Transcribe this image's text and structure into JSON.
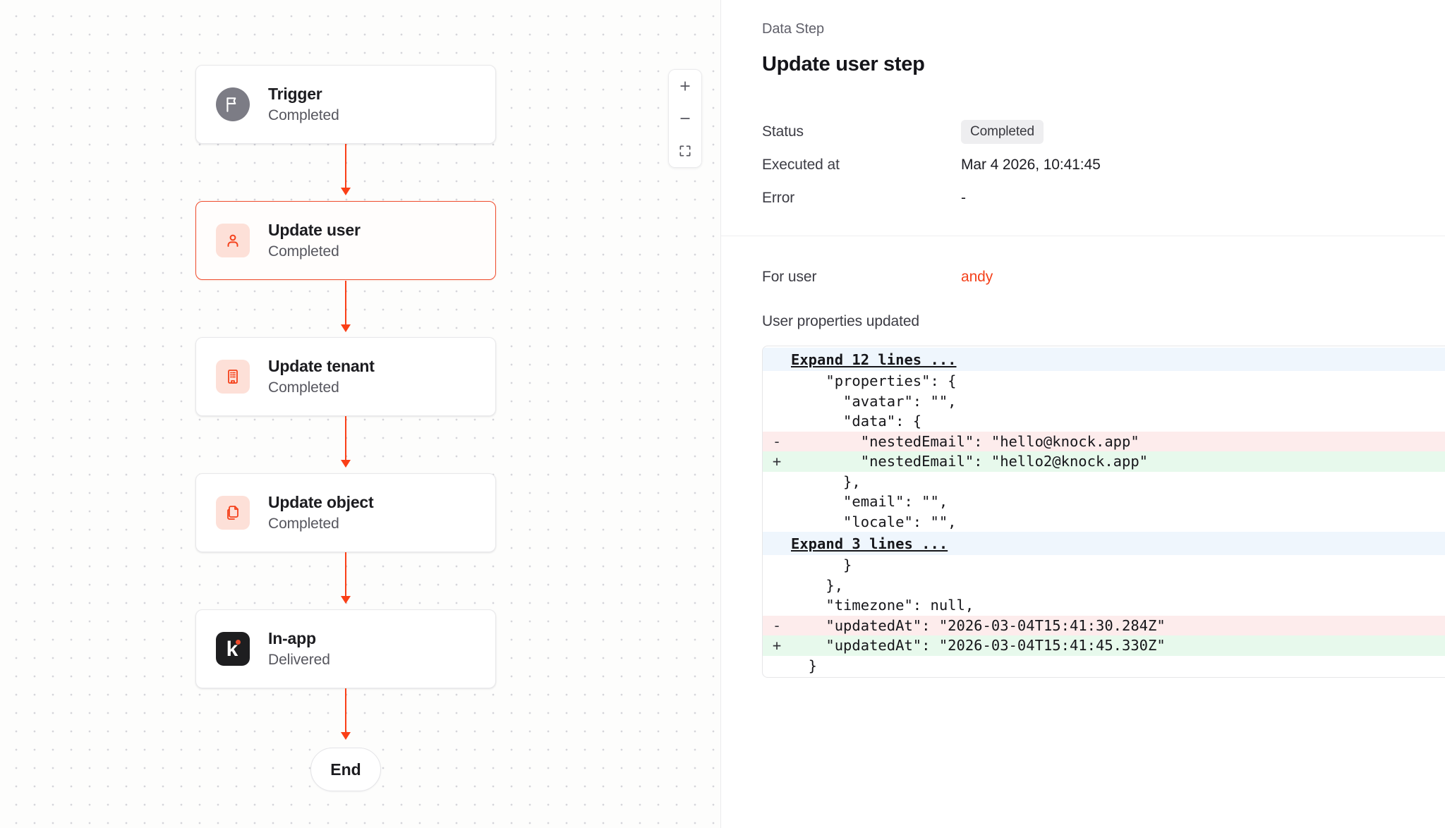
{
  "canvas": {
    "zoom_controls": {
      "zoom_in_label": "+",
      "zoom_out_label": "−",
      "fit_view_label": "fit-view"
    },
    "nodes": [
      {
        "title": "Trigger",
        "status": "Completed",
        "icon": "flag-icon",
        "icon_style": "gray"
      },
      {
        "title": "Update user",
        "status": "Completed",
        "icon": "user-icon",
        "icon_style": "peach"
      },
      {
        "title": "Update tenant",
        "status": "Completed",
        "icon": "building-icon",
        "icon_style": "peach"
      },
      {
        "title": "Update object",
        "status": "Completed",
        "icon": "copy-document-icon",
        "icon_style": "peach"
      },
      {
        "title": "In-app",
        "status": "Delivered",
        "icon": "knock-logo-icon",
        "icon_style": "black"
      }
    ],
    "end_node_label": "End"
  },
  "panel": {
    "eyebrow": "Data Step",
    "title": "Update user step",
    "meta": [
      {
        "label": "Status",
        "value": "Completed",
        "type": "badge"
      },
      {
        "label": "Executed at",
        "value": "Mar 4 2026, 10:41:45",
        "type": "text"
      },
      {
        "label": "Error",
        "value": "-",
        "type": "text"
      }
    ],
    "for_user_label": "For user",
    "for_user_value": "andy",
    "properties_label": "User properties updated",
    "diff": [
      {
        "marker": "",
        "text": "Expand 12 lines ...",
        "type": "expand"
      },
      {
        "marker": "",
        "text": "    \"properties\": {",
        "type": "ctx"
      },
      {
        "marker": "",
        "text": "      \"avatar\": \"\",",
        "type": "ctx"
      },
      {
        "marker": "",
        "text": "      \"data\": {",
        "type": "ctx"
      },
      {
        "marker": "-",
        "text": "        \"nestedEmail\": \"hello@knock.app\"",
        "type": "del"
      },
      {
        "marker": "+",
        "text": "        \"nestedEmail\": \"hello2@knock.app\"",
        "type": "add"
      },
      {
        "marker": "",
        "text": "      },",
        "type": "ctx"
      },
      {
        "marker": "",
        "text": "      \"email\": \"\",",
        "type": "ctx"
      },
      {
        "marker": "",
        "text": "      \"locale\": \"\",",
        "type": "ctx"
      },
      {
        "marker": "",
        "text": "Expand 3 lines ...",
        "type": "expand"
      },
      {
        "marker": "",
        "text": "      }",
        "type": "ctx"
      },
      {
        "marker": "",
        "text": "    },",
        "type": "ctx"
      },
      {
        "marker": "",
        "text": "    \"timezone\": null,",
        "type": "ctx"
      },
      {
        "marker": "-",
        "text": "    \"updatedAt\": \"2026-03-04T15:41:30.284Z\"",
        "type": "del"
      },
      {
        "marker": "+",
        "text": "    \"updatedAt\": \"2026-03-04T15:41:45.330Z\"",
        "type": "add"
      },
      {
        "marker": "",
        "text": "  }",
        "type": "ctx"
      }
    ]
  },
  "colors": {
    "accent": "#f4411b",
    "edge": "#fa3f17",
    "add_bg": "#e7f9ec",
    "del_bg": "#fdecec",
    "expand_bg": "#eff6fd"
  }
}
